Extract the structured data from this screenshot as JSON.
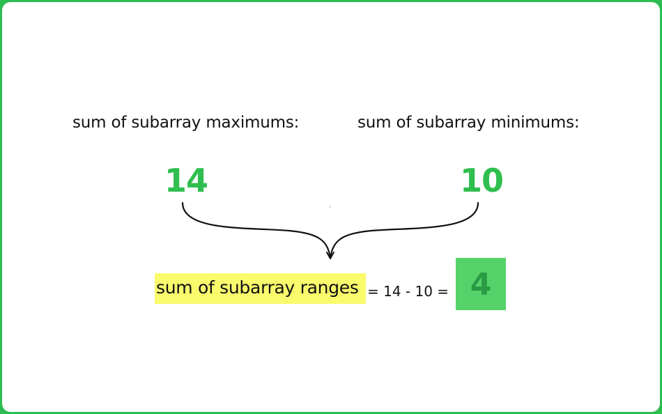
{
  "diagram": {
    "max_label": "sum of subarray maximums:",
    "min_label": "sum of subarray minimums:",
    "max_value": "14",
    "min_value": "10",
    "ranges_label": "sum of subarray ranges",
    "equation": "= 14 - 10 =",
    "result": "4"
  },
  "colors": {
    "border": "#2dbd52",
    "number_green": "#2fbe4f",
    "highlight_yellow": "#f9fb6c",
    "result_box": "#55d36a",
    "result_text": "#2a9a45"
  }
}
